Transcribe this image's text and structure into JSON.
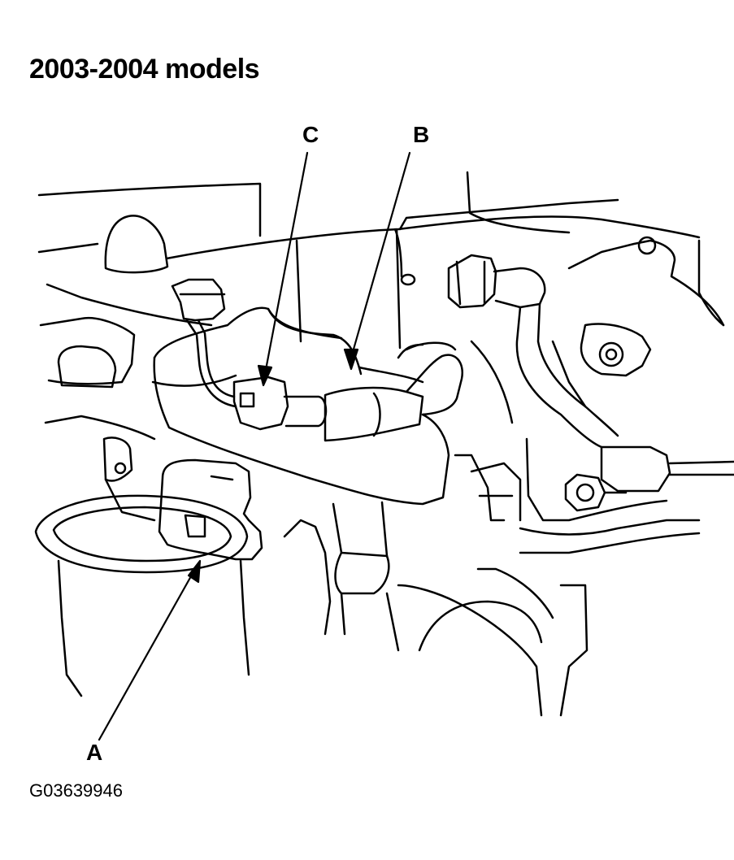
{
  "title": "2003-2004 models",
  "callouts": {
    "a": "A",
    "b": "B",
    "c": "C"
  },
  "figure_id": "G03639946",
  "colors": {
    "line": "#000000",
    "background": "#ffffff"
  }
}
